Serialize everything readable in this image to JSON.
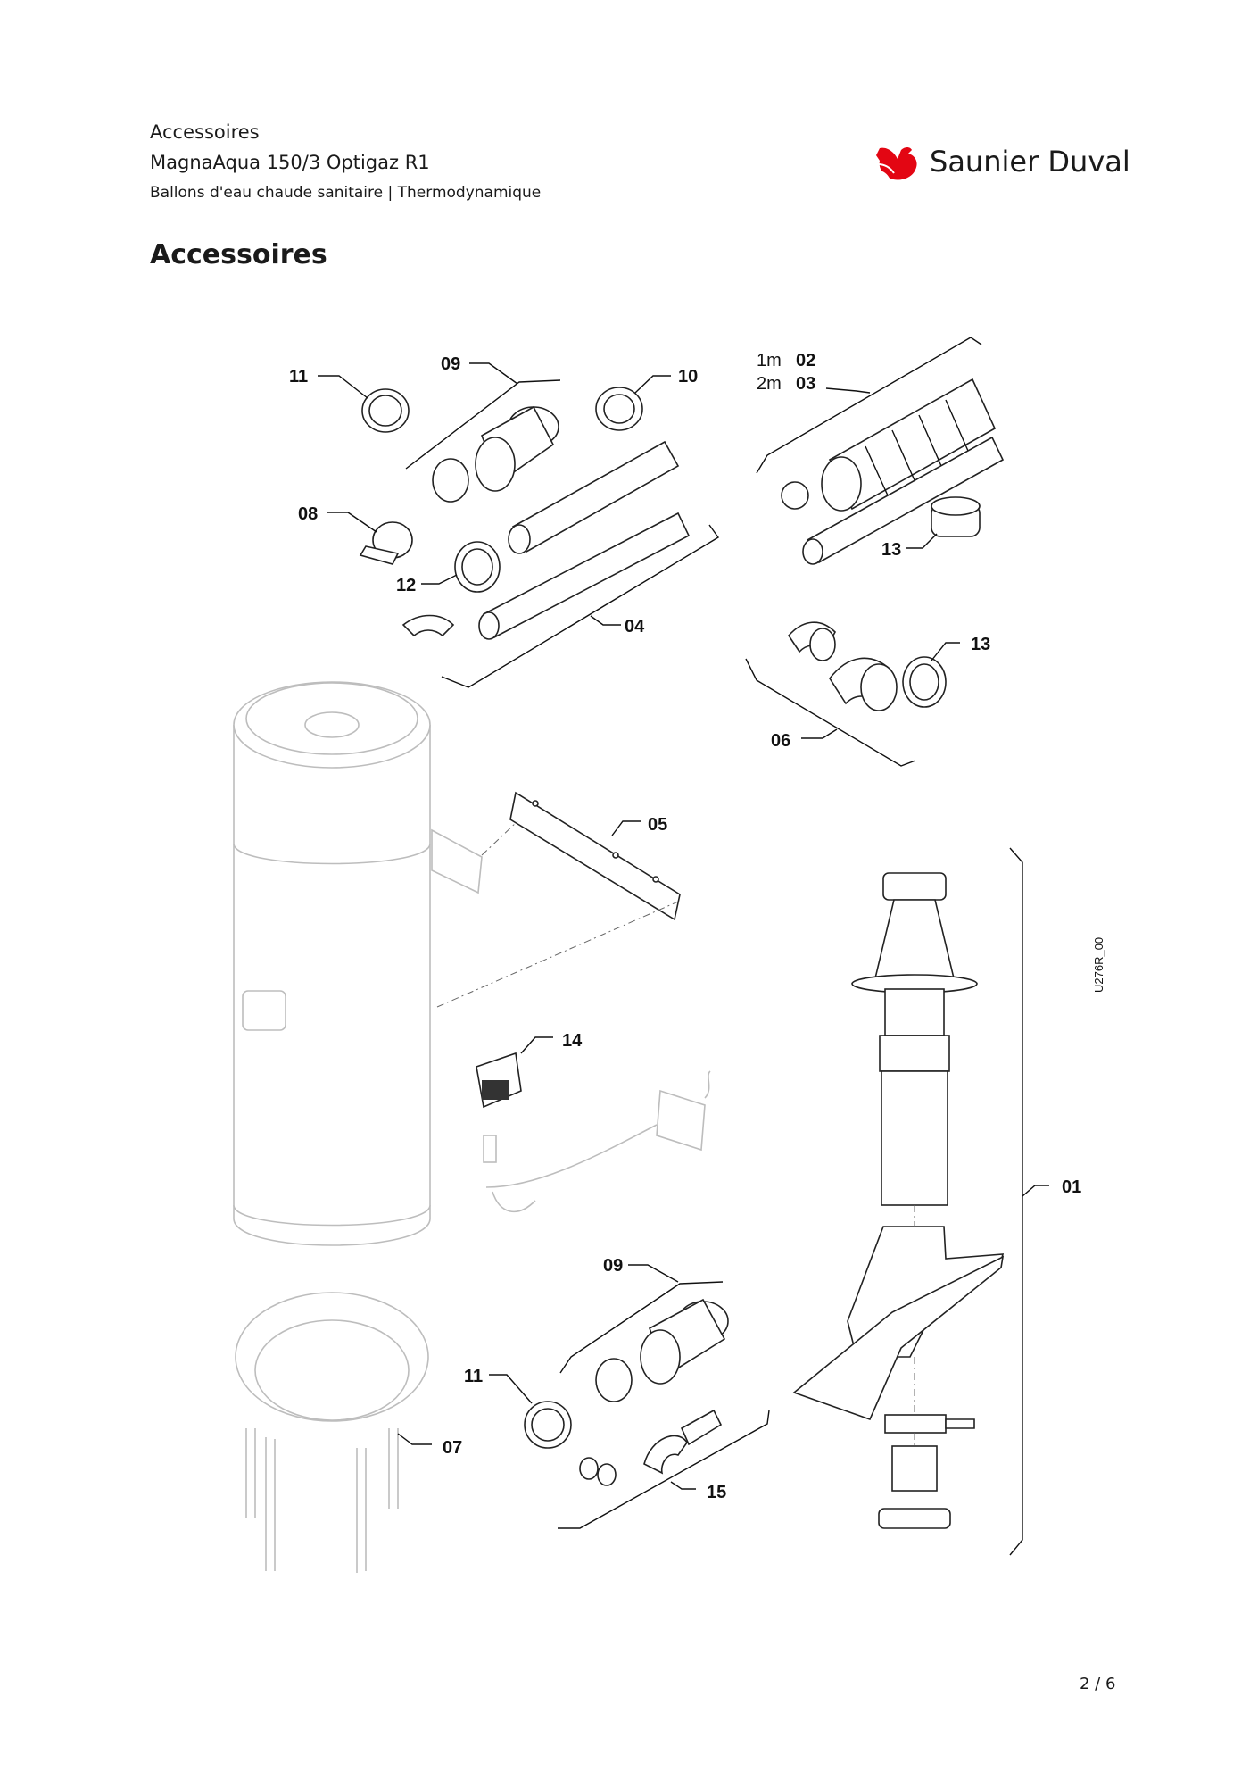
{
  "header": {
    "line1": "Accessoires",
    "line2": "MagnaAqua 150/3 Optigaz R1",
    "line3": "Ballons d'eau chaude sanitaire | Thermodynamique"
  },
  "brand": {
    "name": "Saunier Duval",
    "color": "#e30613"
  },
  "title": "Accessoires",
  "page": "2 / 6",
  "figure": {
    "reference": "U276R_00",
    "labels": {
      "l01": "01",
      "l02": "02",
      "l03": "03",
      "l04": "04",
      "l05": "05",
      "l06": "06",
      "l07": "07",
      "l08": "08",
      "l09a": "09",
      "l09b": "09",
      "l10": "10",
      "l11a": "11",
      "l11b": "11",
      "l12": "12",
      "l13a": "13",
      "l13b": "13",
      "l14": "14",
      "l15": "15"
    },
    "lengths": {
      "m1": "1m",
      "m2": "2m"
    }
  }
}
